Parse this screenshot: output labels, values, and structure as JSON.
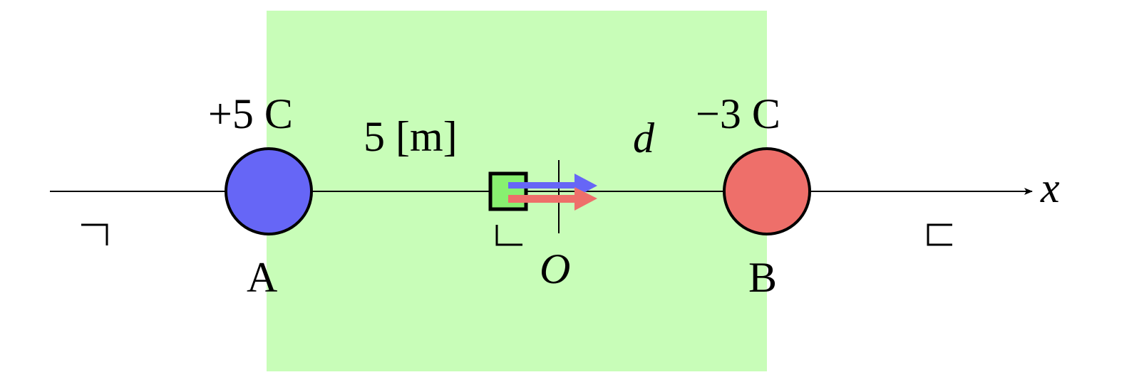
{
  "charges": {
    "a": {
      "value_label": "+5 C",
      "point_label": "A",
      "color": "#6666f6"
    },
    "b": {
      "value_label": "−3 C",
      "point_label": "B",
      "color": "#ee6f6a"
    }
  },
  "distance_label": "5 [m]",
  "distance_symbol": "d",
  "origin_label": "O",
  "axis_label": "x",
  "colors": {
    "region_fill": "#c8fdb8",
    "test_charge_fill": "#88f070",
    "force_arrow_blue": "#6666f6",
    "force_arrow_red": "#ee6f6a"
  }
}
